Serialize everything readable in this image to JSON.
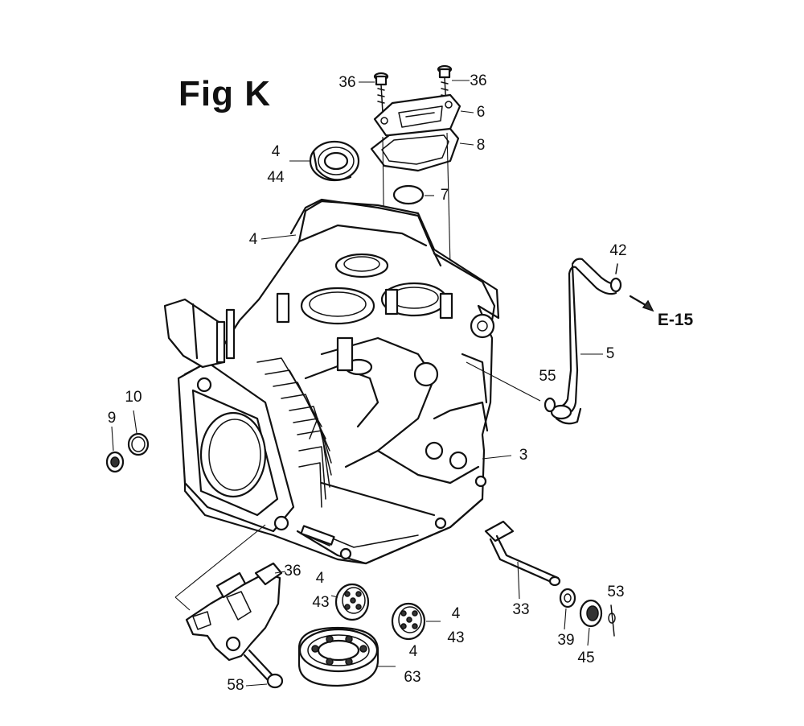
{
  "figure": {
    "title": "Fig K",
    "callouts": [
      {
        "id": "c36a",
        "text": "36"
      },
      {
        "id": "c36b",
        "text": "36"
      },
      {
        "id": "c6",
        "text": "6"
      },
      {
        "id": "c8",
        "text": "8"
      },
      {
        "id": "c4a",
        "text": "4"
      },
      {
        "id": "c44",
        "text": "44"
      },
      {
        "id": "c7",
        "text": "7"
      },
      {
        "id": "c4b",
        "text": "4"
      },
      {
        "id": "c42",
        "text": "42"
      },
      {
        "id": "c5",
        "text": "5"
      },
      {
        "id": "c55",
        "text": "55"
      },
      {
        "id": "c10",
        "text": "10"
      },
      {
        "id": "c9",
        "text": "9"
      },
      {
        "id": "c3",
        "text": "3"
      },
      {
        "id": "c36c",
        "text": "36"
      },
      {
        "id": "c4c",
        "text": "4"
      },
      {
        "id": "c43a",
        "text": "43"
      },
      {
        "id": "c4d",
        "text": "4"
      },
      {
        "id": "c43b",
        "text": "43"
      },
      {
        "id": "c4e",
        "text": "4"
      },
      {
        "id": "c63",
        "text": "63"
      },
      {
        "id": "c33",
        "text": "33"
      },
      {
        "id": "c39",
        "text": "39"
      },
      {
        "id": "c45",
        "text": "45"
      },
      {
        "id": "c53",
        "text": "53"
      },
      {
        "id": "c58",
        "text": "58"
      }
    ],
    "reference": "E-15"
  }
}
